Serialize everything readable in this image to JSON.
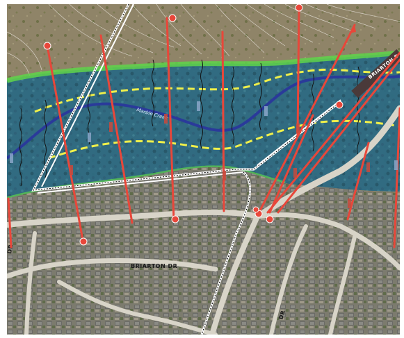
{
  "map": {
    "streets": {
      "briarton_dr": "BRIARTON DR",
      "briarton_dr_ne": "BRIARTON D",
      "lower_left_dr": "DR",
      "lower_right_dr": "DR"
    },
    "creek_name": "Marble Creek",
    "colors": {
      "floodplain_fill": "#2f6f8f",
      "floodplain_edge": "#5fd34a",
      "flood_line": "#f0f04a",
      "channel": "#2a3a9a",
      "cross_section": "#e8473a",
      "contour": "#e8e4dc",
      "boundary": "#ffffff"
    },
    "cross_sections": [
      {
        "id": "xs1",
        "label": "",
        "badge": ""
      },
      {
        "id": "xs2",
        "label": "",
        "badge": ""
      },
      {
        "id": "xs3",
        "label": "",
        "badge": ""
      },
      {
        "id": "xs4",
        "label": "",
        "badge": ""
      },
      {
        "id": "xs5",
        "label": "",
        "badge": ""
      },
      {
        "id": "xs6",
        "label": "",
        "badge": ""
      },
      {
        "id": "xs7",
        "label": "",
        "badge": ""
      },
      {
        "id": "xs8",
        "label": "",
        "badge": ""
      },
      {
        "id": "xs9",
        "label": "",
        "badge": ""
      },
      {
        "id": "xs10",
        "label": "",
        "badge": ""
      }
    ]
  }
}
